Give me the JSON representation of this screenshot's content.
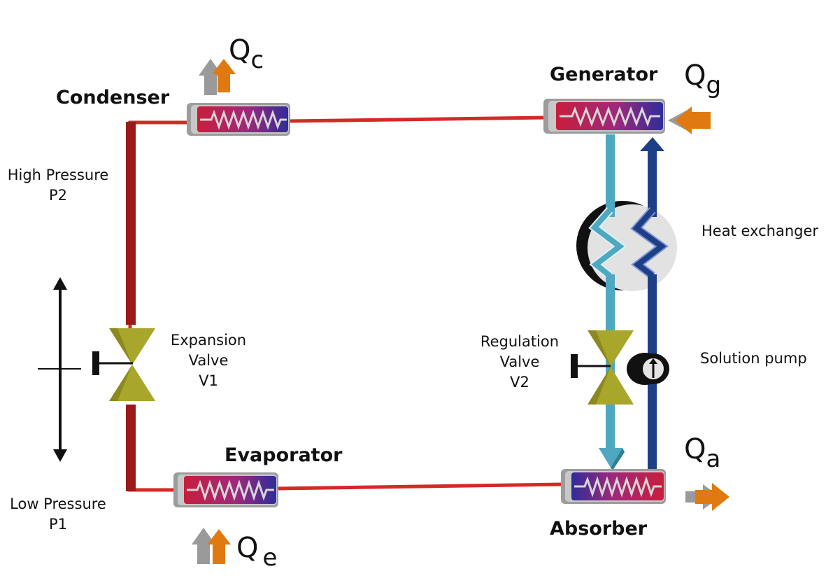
{
  "components": {
    "condenser": "Condenser",
    "generator": "Generator",
    "evaporator": "Evaporator",
    "absorber": "Absorber",
    "heat_exchanger": "Heat exchanger",
    "solution_pump": "Solution pump"
  },
  "valves": {
    "v1": {
      "line1": "Expansion",
      "line2": "Valve",
      "line3": "V1"
    },
    "v2": {
      "line1": "Regulation",
      "line2": "Valve",
      "line3": "V2"
    }
  },
  "pressures": {
    "high": {
      "line1": "High Pressure",
      "line2": "P2"
    },
    "low": {
      "line1": "Low Pressure",
      "line2": "P1"
    }
  },
  "heat_flows": {
    "qc": {
      "symbol": "Q",
      "sub": "c"
    },
    "qg": {
      "symbol": "Q",
      "sub": "g"
    },
    "qe": {
      "symbol": "Q",
      "sub": "e"
    },
    "qa": {
      "symbol": "Q",
      "sub": "a"
    }
  },
  "colors": {
    "refrigerant_line": "#d42a25",
    "refrigerant_dark": "#9b1a17",
    "weak_solution": "#4fa8bf",
    "strong_solution": "#1d3f86",
    "valve": "#8c8a1e",
    "heat_arrow": "#e07a10",
    "heat_arrow_shadow": "#9a9a9a"
  }
}
